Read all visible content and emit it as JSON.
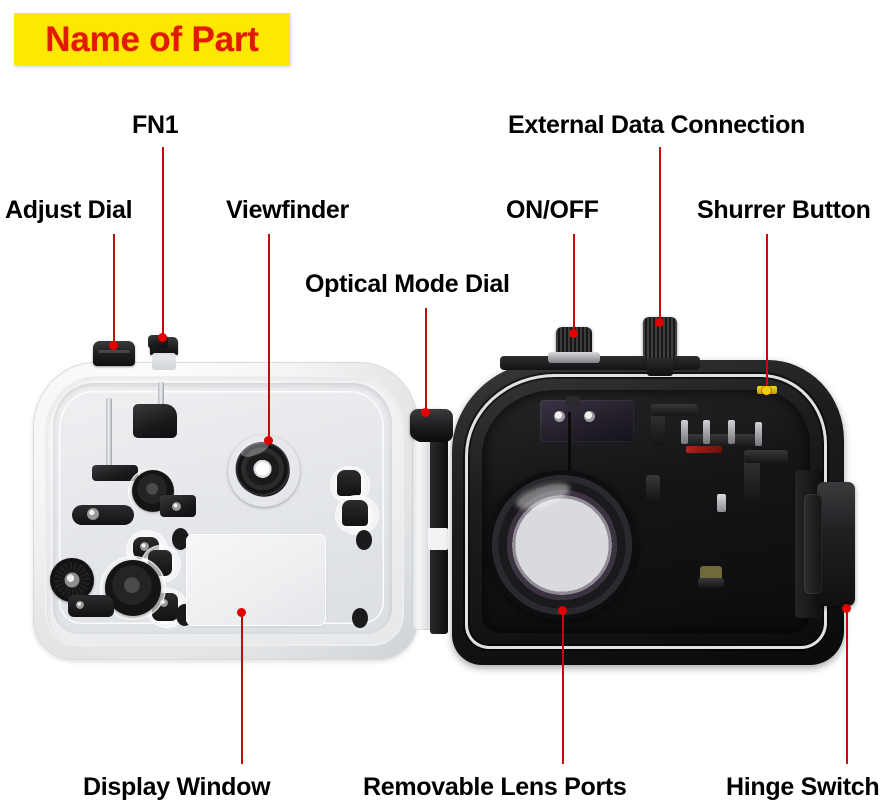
{
  "banner": {
    "title": "Name of Part",
    "background_color": "#ffe800",
    "text_color": "#e01b00"
  },
  "colors": {
    "leader_line": "#c20b0b",
    "leader_dot": "#e50000",
    "leader_dot_alt": "#e8d500",
    "label_text": "#000000",
    "page_background": "#ffffff"
  },
  "callouts": [
    {
      "id": "adjust-dial",
      "label": "Adjust Dial"
    },
    {
      "id": "fn1",
      "label": "FN1"
    },
    {
      "id": "viewfinder",
      "label": "Viewfinder"
    },
    {
      "id": "optical-mode-dial",
      "label": "Optical Mode Dial"
    },
    {
      "id": "on-off",
      "label": "ON/OFF"
    },
    {
      "id": "external-data-connection",
      "label": "External Data Connection"
    },
    {
      "id": "shurrer-button",
      "label": "Shurrer Button"
    },
    {
      "id": "display-window",
      "label": "Display Window"
    },
    {
      "id": "removable-lens-ports",
      "label": "Removable Lens Ports"
    },
    {
      "id": "hinge-switch",
      "label": "Hinge Switch"
    }
  ],
  "product": {
    "left_housing_name": "rear white housing shell",
    "right_housing_name": "front black housing shell"
  }
}
